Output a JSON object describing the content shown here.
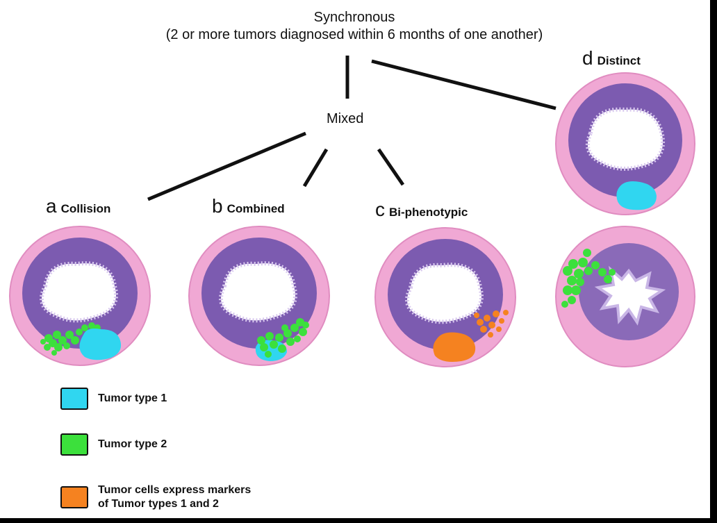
{
  "title": {
    "line1": "Synchronous",
    "line2": "(2 or more tumors diagnosed within 6 months of one another)"
  },
  "mixed_label": "Mixed",
  "panels": [
    {
      "letter": "a",
      "name": "Collision"
    },
    {
      "letter": "b",
      "name": "Combined"
    },
    {
      "letter": "c",
      "name": "Bi-phenotypic"
    },
    {
      "letter": "d",
      "name": "Distinct"
    }
  ],
  "legend": [
    {
      "color": "#30d6f0",
      "text": "Tumor type 1"
    },
    {
      "color": "#3ce03c",
      "text": "Tumor type 2"
    },
    {
      "color": "#f58220",
      "text": "Tumor cells express markers\nof Tumor types 1 and 2"
    }
  ],
  "colors": {
    "tumor_type_1": "#30d6f0",
    "tumor_type_2": "#3ce03c",
    "tumor_mixed_markers": "#f58220",
    "tissue_outer": "#f0a8d4",
    "tissue_inner": "#7c5bb0",
    "connector": "#111111"
  }
}
